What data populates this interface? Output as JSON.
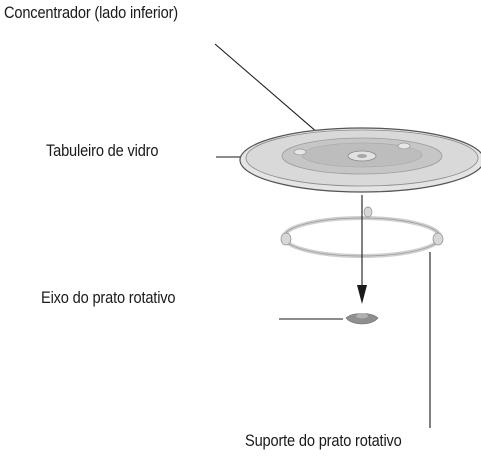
{
  "diagram": {
    "labels": {
      "hub": "Concentrador (lado inferior)",
      "tray": "Tabuleiro de vidro",
      "shaft": "Eixo do prato rotativo",
      "ring": "Suporte do prato rotativo"
    },
    "colors": {
      "line": "#1a1a1a",
      "glass_outer": "#d8d8d8",
      "glass_inner": "#bdbdbd",
      "ring": "#cfcfcf",
      "coupler": "#8f8f8f"
    }
  }
}
